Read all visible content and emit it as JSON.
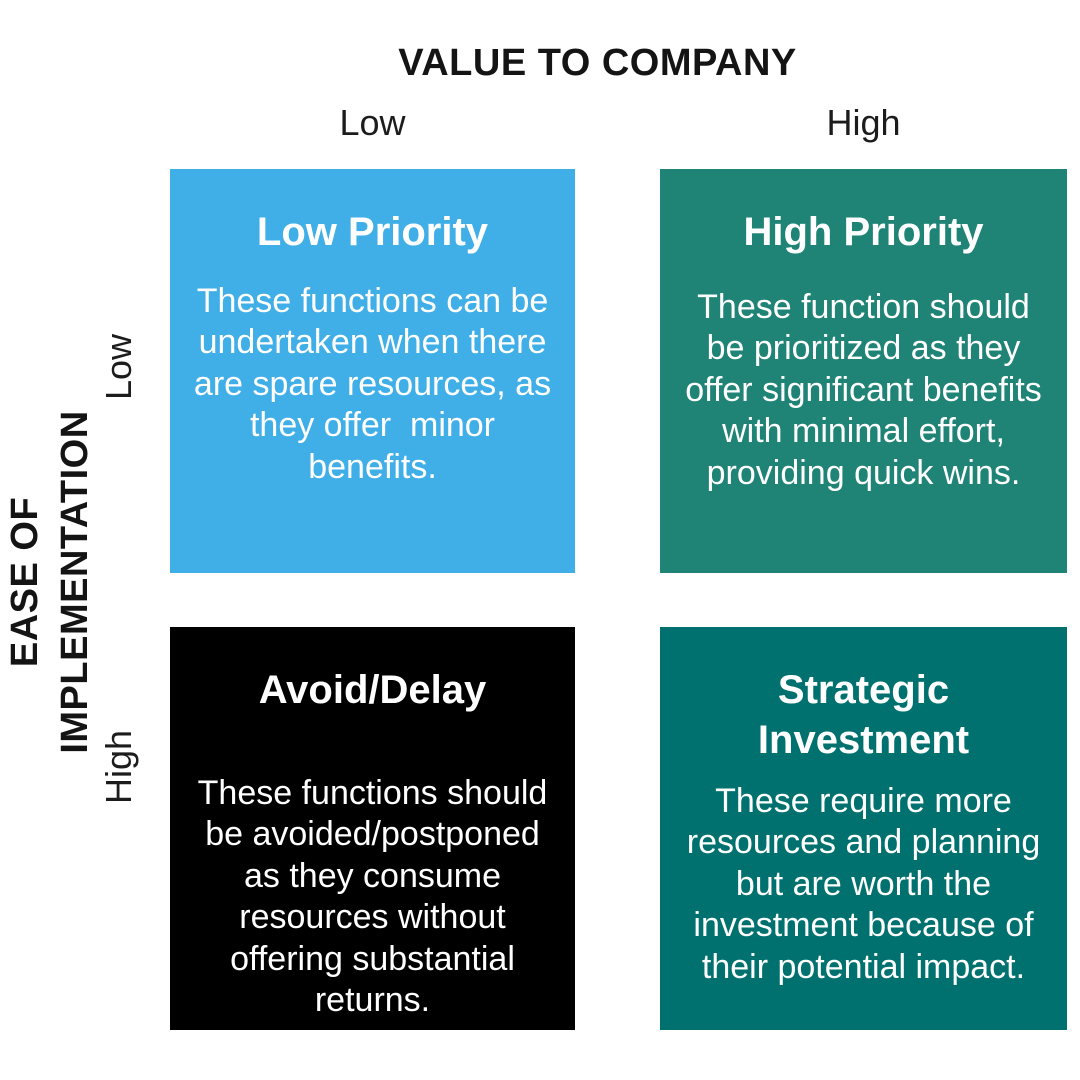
{
  "matrix": {
    "x_axis": {
      "title": "VALUE TO COMPANY",
      "low_label": "Low",
      "high_label": "High"
    },
    "y_axis": {
      "title": "EASE OF\nIMPLEMENTATION",
      "low_label": "Low",
      "high_label": "High"
    },
    "quadrants": {
      "low_priority": {
        "title": "Low Priority",
        "body": "These functions can be undertaken when there are spare resources, as they offer  minor benefits.",
        "color": "#40AEE7"
      },
      "high_priority": {
        "title": "High Priority",
        "body": "These function should be prioritized as they offer significant benefits with minimal effort, providing quick wins.",
        "color": "#1F8376"
      },
      "avoid_delay": {
        "title": "Avoid/Delay",
        "body": "These functions should be avoided/postponed as they consume resources without offering substantial returns.",
        "color": "#000000"
      },
      "strategic_investment": {
        "title": "Strategic Investment",
        "body": "These require more resources and planning but are worth the investment because of their potential impact.",
        "color": "#00716F"
      }
    }
  },
  "colors": {
    "background": "#FFFFFF",
    "axis_text": "#141414",
    "quadrant_text": "#FFFFFF",
    "blue": "#40AEE7",
    "green": "#1F8376",
    "teal": "#00716F",
    "black": "#000000"
  }
}
